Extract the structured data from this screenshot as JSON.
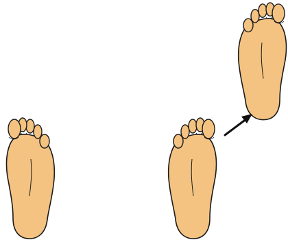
{
  "diagram": {
    "kind": "footstep-illustration",
    "colors": {
      "background": "#ffffff",
      "skin": "#f4c382",
      "outline": "#1a1a1a",
      "arrow": "#111111"
    },
    "feet": [
      {
        "id": "left-foot",
        "side": "left"
      },
      {
        "id": "right-foot-start",
        "side": "right"
      },
      {
        "id": "right-foot-stepped",
        "side": "right"
      }
    ],
    "arrow": {
      "direction": "up-right"
    }
  }
}
